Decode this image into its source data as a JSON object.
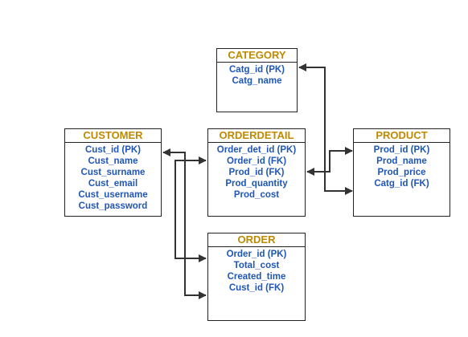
{
  "entities": {
    "category": {
      "title": "CATEGORY",
      "fields": [
        "Catg_id (PK)",
        "Catg_name"
      ]
    },
    "customer": {
      "title": "CUSTOMER",
      "fields": [
        "Cust_id (PK)",
        "Cust_name",
        "Cust_surname",
        "Cust_email",
        "Cust_username",
        "Cust_password"
      ]
    },
    "orderdetail": {
      "title": "ORDERDETAIL",
      "fields": [
        "Order_det_id (PK)",
        "Order_id (FK)",
        "Prod_id (FK)",
        "Prod_quantity",
        "Prod_cost"
      ]
    },
    "product": {
      "title": "PRODUCT",
      "fields": [
        "Prod_id (PK)",
        "Prod_name",
        "Prod_price",
        "Catg_id (FK)"
      ]
    },
    "order": {
      "title": "ORDER",
      "fields": [
        "Order_id (PK)",
        "Total_cost",
        "Created_time",
        "Cust_id (FK)"
      ]
    }
  },
  "colors": {
    "title": "#c08a00",
    "field": "#1f56b8",
    "line": "#333333"
  }
}
